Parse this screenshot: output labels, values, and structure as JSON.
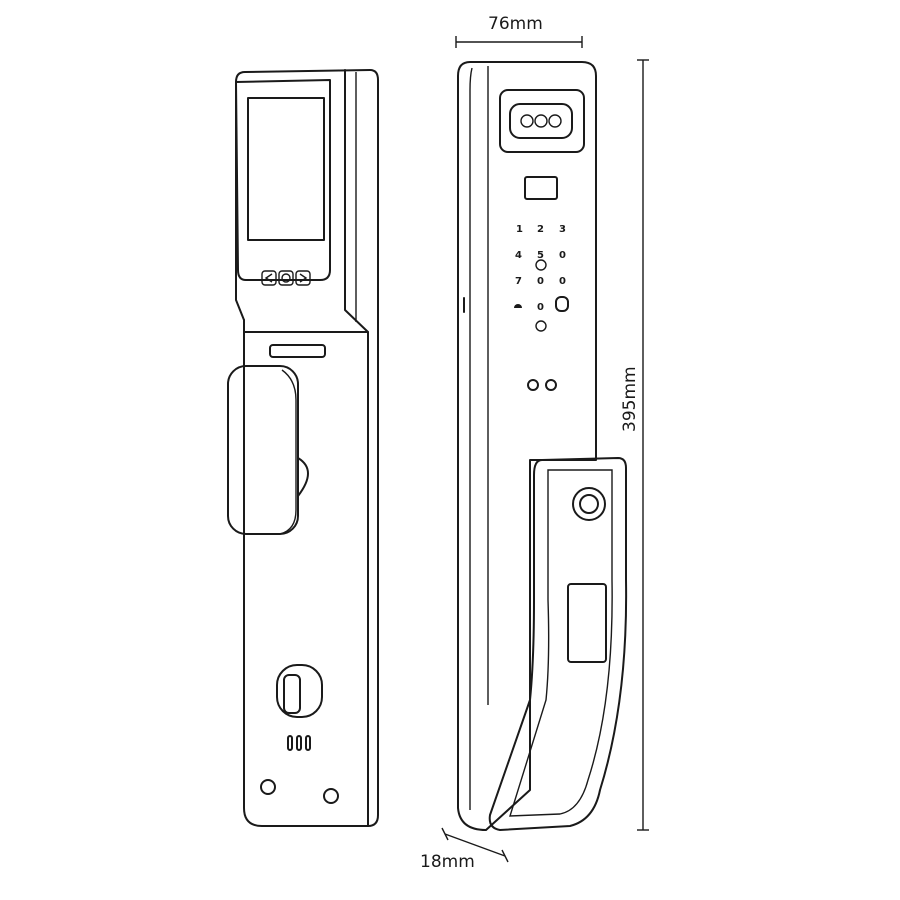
{
  "dimensions": {
    "width": "76mm",
    "height": "395mm",
    "depth": "18mm"
  },
  "keypad": {
    "keys": [
      "1",
      "2",
      "3",
      "4",
      "5",
      "0",
      "7",
      "0",
      "0",
      "0"
    ]
  }
}
